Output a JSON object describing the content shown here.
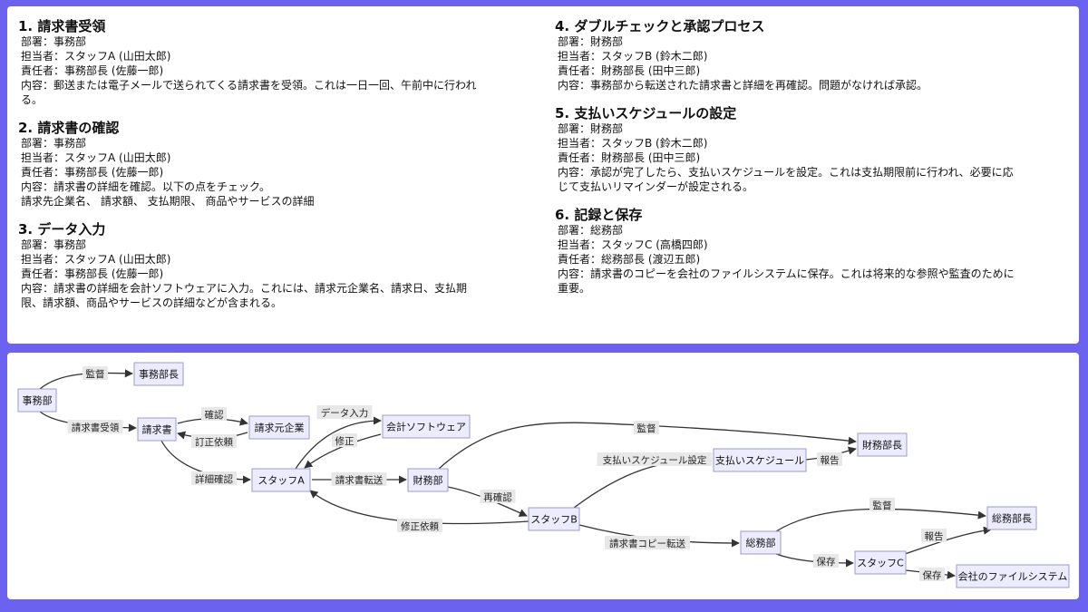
{
  "sections": [
    {
      "title": "1. 請求書受領",
      "lines": [
        "部署：事務部",
        "担当者：スタッフA (山田太郎)",
        "責任者：事務部長 (佐藤一郎)",
        "内容：郵送または電子メールで送られてくる請求書を受領。これは一日一回、午前中に行われ",
        "る。"
      ]
    },
    {
      "title": "2. 請求書の確認",
      "lines": [
        "部署：事務部",
        "担当者：スタッフA (山田太郎)",
        "責任者：事務部長 (佐藤一郎)",
        "内容：請求書の詳細を確認。以下の点をチェック。",
        "請求先企業名、 請求額、 支払期限、 商品やサービスの詳細"
      ]
    },
    {
      "title": "3. データ入力",
      "lines": [
        "部署：事務部",
        "担当者：スタッフA (山田太郎)",
        "責任者：事務部長 (佐藤一郎)",
        "内容：請求書の詳細を会計ソフトウェアに入力。これには、請求元企業名、請求日、支払期",
        "限、請求額、商品やサービスの詳細などが含まれる。"
      ]
    },
    {
      "title": "4. ダブルチェックと承認プロセス",
      "lines": [
        "部署：財務部",
        "担当者：スタッフB (鈴木二郎)",
        "責任者：財務部長 (田中三郎)",
        "内容：事務部から転送された請求書と詳細を再確認。問題がなければ承認。"
      ]
    },
    {
      "title": "5. 支払いスケジュールの設定",
      "lines": [
        "部署：財務部",
        "担当者：スタッフB (鈴木二郎)",
        "責任者：財務部長 (田中三郎)",
        "内容：承認が完了したら、支払いスケジュールを設定。これは支払期限前に行われ、必要に応",
        "じて支払いリマインダーが設定される。"
      ]
    },
    {
      "title": "6. 記録と保存",
      "lines": [
        "部署：総務部",
        "担当者：スタッフC (高橋四郎)",
        "責任者：総務部長 (渡辺五郎)",
        "内容：請求書のコピーを会社のファイルシステムに保存。これは将来的な参照や監査のために",
        "重要。"
      ]
    }
  ],
  "diagram": {
    "nodes": {
      "jimubu": "事務部",
      "jimubucho": "事務部長",
      "seikyusho": "請求書",
      "seikyumoto": "請求元企業",
      "kaikei": "会計ソフトウェア",
      "staffA": "スタッフA",
      "zaimubu": "財務部",
      "zaimubucho": "財務部長",
      "schedule": "支払いスケジュール",
      "staffB": "スタッフB",
      "somubu": "総務部",
      "somubucho": "総務部長",
      "staffC": "スタッフC",
      "filesys": "会社のファイルシステム"
    },
    "edges": {
      "e1": "監督",
      "e2": "請求書受領",
      "e3": "確認",
      "e4": "訂正依頼",
      "e5": "データ入力",
      "e6": "修正",
      "e7": "詳細確認",
      "e8": "請求書転送",
      "e9": "監督",
      "e10": "再確認",
      "e11": "支払いスケジュール設定",
      "e12": "報告",
      "e13": "修正依頼",
      "e14": "請求書コピー転送",
      "e15": "監督",
      "e16": "保存",
      "e17": "報告",
      "e18": "保存"
    },
    "colors": {
      "node_fill": "#ececfe",
      "node_stroke": "#9b9bd6",
      "edge": "#333333",
      "label_bg": "#e8e8e8"
    }
  }
}
